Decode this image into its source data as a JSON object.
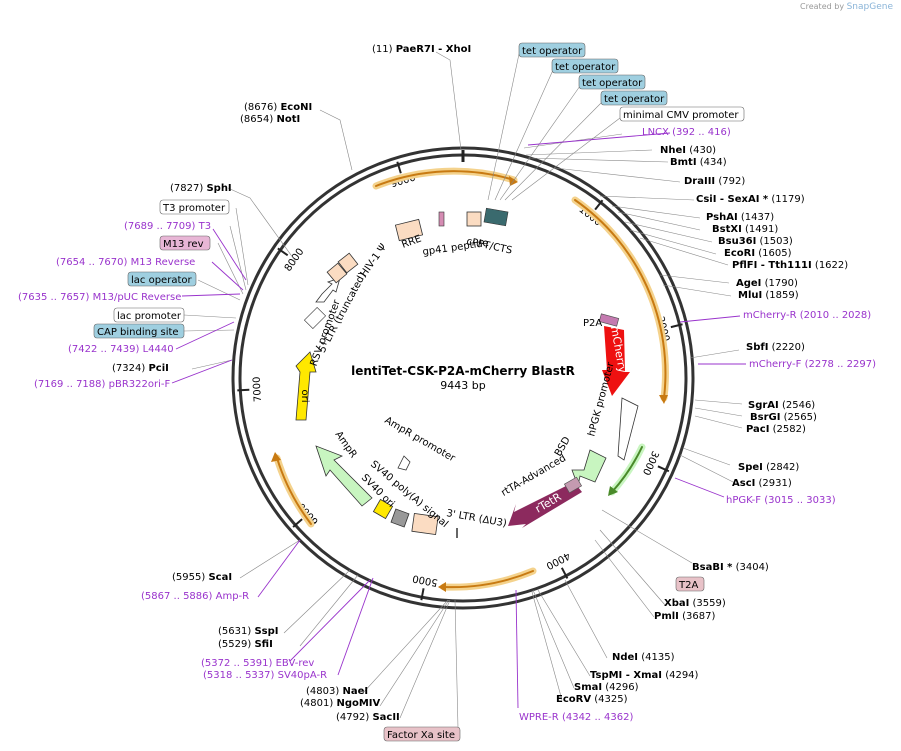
{
  "credit": {
    "prefix": "Created by",
    "brand": "SnapGene"
  },
  "plasmid": {
    "name": "lentiTet-CSK-P2A-mCherry BlastR",
    "length": "9443 bp",
    "total_bp": 9443
  },
  "colors": {
    "backbone": "#333333",
    "orange_arrow": "#e8a030",
    "mcherry": "#ee1111",
    "rtetr": "#8c2a5e",
    "green_marker": "#c8f5c0",
    "ori": "#ffe800",
    "ltr": "#fbdcc2",
    "feature_label_bg_blue": "#9fcfe0",
    "feature_label_bg_pink": "#e8b6d6",
    "primer": "#9933cc"
  },
  "ticks": [
    "1000",
    "2000",
    "3000",
    "4000",
    "5000",
    "6000",
    "7000",
    "8000",
    "9000"
  ],
  "enzymes": [
    {
      "pos": 11,
      "name": "PaeR7I  -  XhoI",
      "num": "(11)"
    },
    {
      "pos": 8676,
      "name": "EcoNI",
      "num": "(8676)"
    },
    {
      "pos": 8654,
      "name": "NotI",
      "num": "(8654)"
    },
    {
      "pos": 7827,
      "name": "SphI",
      "num": "(7827)"
    },
    {
      "pos": 7324,
      "name": "PciI",
      "num": "(7324)"
    },
    {
      "pos": 430,
      "name": "NheI",
      "num": "(430)"
    },
    {
      "pos": 434,
      "name": "BmtI",
      "num": "(434)"
    },
    {
      "pos": 792,
      "name": "DraIII",
      "num": "(792)"
    },
    {
      "pos": 1179,
      "name": "CsiI  -  SexAI *",
      "num": "(1179)"
    },
    {
      "pos": 1437,
      "name": "PshAI",
      "num": "(1437)"
    },
    {
      "pos": 1491,
      "name": "BstXI",
      "num": "(1491)"
    },
    {
      "pos": 1503,
      "name": "Bsu36I",
      "num": "(1503)"
    },
    {
      "pos": 1605,
      "name": "EcoRI",
      "num": "(1605)"
    },
    {
      "pos": 1622,
      "name": "PflFI  -  Tth111I",
      "num": "(1622)"
    },
    {
      "pos": 1790,
      "name": "AgeI",
      "num": "(1790)"
    },
    {
      "pos": 1859,
      "name": "MluI",
      "num": "(1859)"
    },
    {
      "pos": 2220,
      "name": "SbfI",
      "num": "(2220)"
    },
    {
      "pos": 2546,
      "name": "SgrAI",
      "num": "(2546)"
    },
    {
      "pos": 2565,
      "name": "BsrGI",
      "num": "(2565)"
    },
    {
      "pos": 2582,
      "name": "PacI",
      "num": "(2582)"
    },
    {
      "pos": 2842,
      "name": "SpeI",
      "num": "(2842)"
    },
    {
      "pos": 2931,
      "name": "AscI",
      "num": "(2931)"
    },
    {
      "pos": 3404,
      "name": "BsaBI *",
      "num": "(3404)"
    },
    {
      "pos": 3559,
      "name": "XbaI",
      "num": "(3559)"
    },
    {
      "pos": 3687,
      "name": "PmlI",
      "num": "(3687)"
    },
    {
      "pos": 4135,
      "name": "NdeI",
      "num": "(4135)"
    },
    {
      "pos": 4294,
      "name": "TspMI  -  XmaI",
      "num": "(4294)"
    },
    {
      "pos": 4296,
      "name": "SmaI",
      "num": "(4296)"
    },
    {
      "pos": 4325,
      "name": "EcoRV",
      "num": "(4325)"
    },
    {
      "pos": 4803,
      "name": "NaeI",
      "num": "(4803)"
    },
    {
      "pos": 4801,
      "name": "NgoMIV",
      "num": "(4801)"
    },
    {
      "pos": 4792,
      "name": "SacII",
      "num": "(4792)"
    },
    {
      "pos": 5955,
      "name": "ScaI",
      "num": "(5955)"
    },
    {
      "pos": 5631,
      "name": "SspI",
      "num": "(5631)"
    },
    {
      "pos": 5529,
      "name": "SfiI",
      "num": "(5529)"
    }
  ],
  "primers": [
    {
      "name": "LNCX",
      "range": "(392 .. 416)"
    },
    {
      "name": "mCherry-R",
      "range": "(2010 .. 2028)"
    },
    {
      "name": "mCherry-F",
      "range": "(2278 .. 2297)"
    },
    {
      "name": "hPGK-F",
      "range": "(3015 .. 3033)"
    },
    {
      "name": "WPRE-R",
      "range": "(4342 .. 4362)"
    },
    {
      "name": "Amp-R",
      "range": "(5867 .. 5886)"
    },
    {
      "name": "EBV-rev",
      "range": "(5372 .. 5391)"
    },
    {
      "name": "SV40pA-R",
      "range": "(5318 .. 5337)"
    },
    {
      "name": "T3",
      "range": "(7689 .. 7709)"
    },
    {
      "name": "M13 Reverse",
      "range": "(7654 .. 7670)"
    },
    {
      "name": "M13/pUC Reverse",
      "range": "(7635 .. 7657)"
    },
    {
      "name": "L4440",
      "range": "(7422 .. 7439)"
    },
    {
      "name": "pBR322ori-F",
      "range": "(7169 .. 7188)"
    }
  ],
  "boxed_features": [
    {
      "name": "tet operator"
    },
    {
      "name": "tet operator"
    },
    {
      "name": "tet operator"
    },
    {
      "name": "tet operator"
    },
    {
      "name": "minimal CMV promoter"
    },
    {
      "name": "T3 promoter"
    },
    {
      "name": "M13 rev"
    },
    {
      "name": "lac operator"
    },
    {
      "name": "lac promoter"
    },
    {
      "name": "CAP binding site"
    },
    {
      "name": "T2A"
    },
    {
      "name": "Factor Xa site"
    }
  ],
  "inner_labels": {
    "hiv": "HIV-1 Ψ",
    "rre": "RRE",
    "gp41": "gp41 peptide",
    "cppt": "cPPT/CTS",
    "rsv": "RSV promoter",
    "ltr5": "5' LTR (truncated)",
    "ori": "ori",
    "ampr": "AmpR",
    "ampr_promoter": "AmpR promoter",
    "sv40pa": "SV40 poly(A) signal",
    "sv40ori": "SV40 ori",
    "ltr3": "3' LTR (ΔU3)",
    "p2a": "P2A",
    "mcherry": "mCherry",
    "hpgk": "hPGK promoter",
    "bsd": "BSD",
    "rtta": "rtTA-Advanced",
    "rtetr": "rTetR"
  }
}
